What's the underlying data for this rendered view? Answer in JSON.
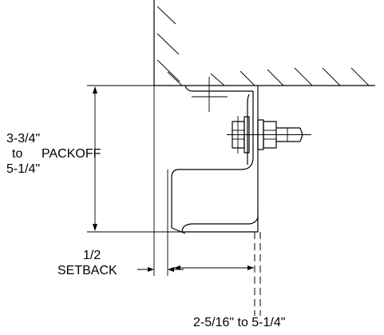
{
  "labels": {
    "packoff_line1": "3-3/4\"",
    "packoff_line2": "to",
    "packoff_word": "PACKOFF",
    "packoff_line3": "5-1/4\"",
    "setback_value": "1/2",
    "setback_word": "SETBACK",
    "bottom_dimension": "2-5/16\" to 5-1/4\""
  }
}
